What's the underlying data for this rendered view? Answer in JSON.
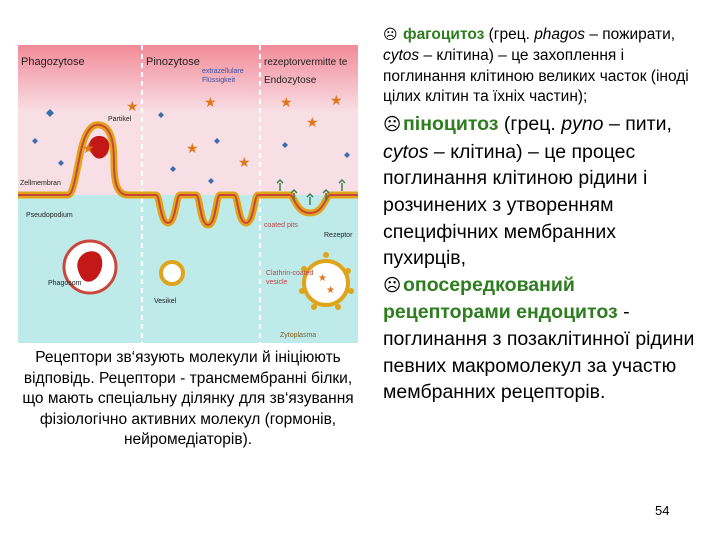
{
  "figure": {
    "headers": [
      "Phagozytose",
      "Pinozytose",
      "rezeptorvermitte te Endozytose"
    ],
    "labels": {
      "extracellular": "extrazellulare Flüssigkeit",
      "particle": "Partikel",
      "cell_membrane": "Zellmembran",
      "pseudopodium": "Pseudopodium",
      "coated_pits": "coated pits",
      "receptor": "Rezeptor",
      "phagosome": "Phagosom",
      "vesicle": "Vesikel",
      "clathrin_vesicle": "Clathrin-coated vesicle",
      "cytoplasm": "Zytoplasma"
    }
  },
  "caption": "Рецептори зв‘язують молекули й ініціюють відповідь. Рецептори - трансмембранні білки, що мають спеціальну ділянку для зв‘язування фізіологічно активних молекул (гормонів, нейромедіаторів).",
  "bullet_glyph": "☹",
  "items": [
    {
      "term": "фагоцитоз",
      "text1": " (грец. ",
      "em1": "phagos",
      "text2": " – пожирати, ",
      "em2": "cytos",
      "text3": " – клітина) – це захоплення і поглинання клітиною великих часток (іноді цілих клітин та їхніх частин);"
    },
    {
      "term": "піноцитоз",
      "text1": " (грец. ",
      "em1": "pyno",
      "text2": " – пити, ",
      "em2": "cytos",
      "text3": " – клітина) – це процес поглинання клітиною рідини і розчинених з утворенням специфічних мембранних пухирців,"
    },
    {
      "term": "опосередкований рецепторами ендоцитоз",
      "text1": " - поглинання з позаклітинної рідини певних макромолекул  за участю мембранних рецепторів."
    }
  ],
  "page_number": "54"
}
